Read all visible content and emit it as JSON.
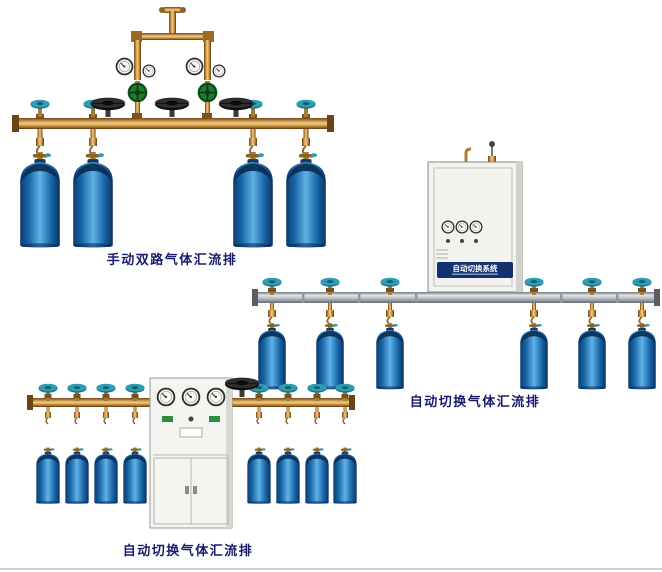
{
  "figures": {
    "manual_dual": {
      "caption": "手动双路气体汇流排"
    },
    "auto_switch_right": {
      "caption": "自动切换气体汇流排",
      "cabinet": {
        "label": "自动切换系统"
      }
    },
    "auto_switch_bottom": {
      "caption": "自动切换气体汇流排"
    }
  },
  "colors": {
    "caption_text": "#1b1b6e",
    "brass_pipe": "#d09a4e",
    "cylinder_blue": "#1a66a8",
    "cylinder_shoulder": "#0b2e55",
    "pipe_silver": "#b9bec3",
    "cabinet_body": "#f2f2ee",
    "cabinet_label_strip": "#14306e",
    "teal_handwheel": "#2f9cb2",
    "black_handwheel": "#1a1a1a",
    "regulator_green": "#1e7a2e"
  }
}
